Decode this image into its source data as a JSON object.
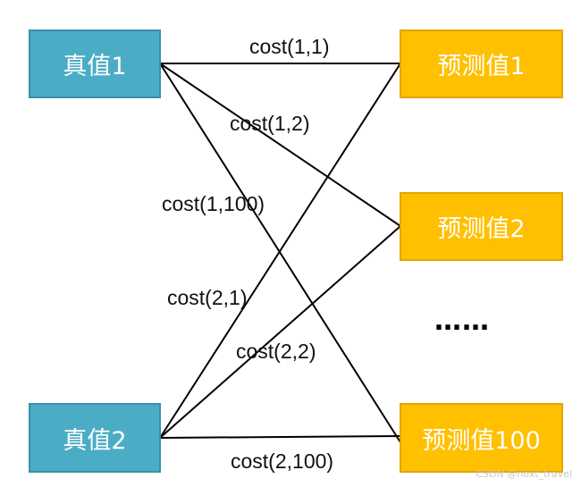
{
  "nodes": {
    "true1": "真值1",
    "true2": "真值2",
    "pred1": "预测值1",
    "pred2": "预测值2",
    "pred100": "预测值100"
  },
  "edges": {
    "c11": "cost(1,1)",
    "c12": "cost(1,2)",
    "c1100": "cost(1,100)",
    "c21": "cost(2,1)",
    "c22": "cost(2,2)",
    "c2100": "cost(2,100)"
  },
  "ellipsis": "……",
  "watermark": "CSDN @next_travel",
  "colors": {
    "true_fill": "#4bacc6",
    "pred_fill": "#ffc000",
    "line": "#000000"
  }
}
